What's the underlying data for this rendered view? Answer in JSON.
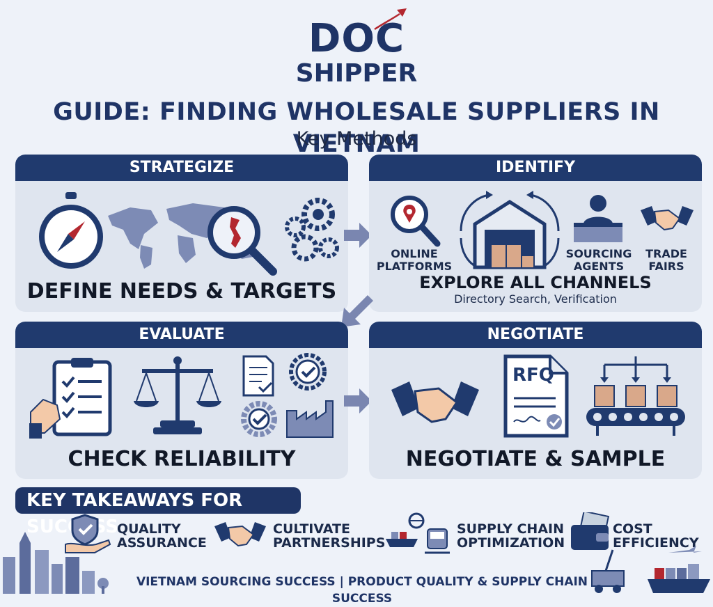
{
  "logo": {
    "top": "DOC",
    "bottom": "SHIPPER"
  },
  "title": "GUIDE: FINDING WHOLESALE SUPPLIERS IN VIETNAM",
  "subtitle": "Key Methods",
  "panels": {
    "strategize": {
      "header": "STRATEGIZE",
      "main": "DEFINE NEEDS & TARGETS"
    },
    "identify": {
      "header": "IDENTIFY",
      "main": "EXPLORE ALL CHANNELS",
      "sub": "Directory Search, Verification",
      "labels": {
        "online_1": "ONLINE",
        "online_2": "PLATFORMS",
        "sourcing_1": "SOURCING",
        "sourcing_2": "AGENTS",
        "trade_1": "TRADE",
        "trade_2": "FAIRS"
      }
    },
    "evaluate": {
      "header": "EVALUATE",
      "main": "CHECK RELIABILITY"
    },
    "negotiate": {
      "header": "NEGOTIATE",
      "main": "NEGOTIATE & SAMPLE",
      "rfq": "RFQ"
    }
  },
  "takeaways": {
    "title": "KEY TAKEAWAYS FOR SUCCESS",
    "items": [
      {
        "line1": "QUALITY",
        "line2": "ASSURANCE"
      },
      {
        "line1": "CULTIVATE",
        "line2": "PARTNERSHIPS"
      },
      {
        "line1": "SUPPLY CHAIN",
        "line2": "OPTIMIZATION"
      },
      {
        "line1": "COST",
        "line2": "EFFICIENCY"
      }
    ]
  },
  "footer": "VIETNAM SOURCING SUCCESS | PRODUCT QUALITY & SUPPLY CHAIN SUCCESS",
  "colors": {
    "navy": "#203a6e",
    "panel": "#dfe5ef",
    "accent_red": "#b3272f",
    "box_tan": "#d9a88a"
  }
}
